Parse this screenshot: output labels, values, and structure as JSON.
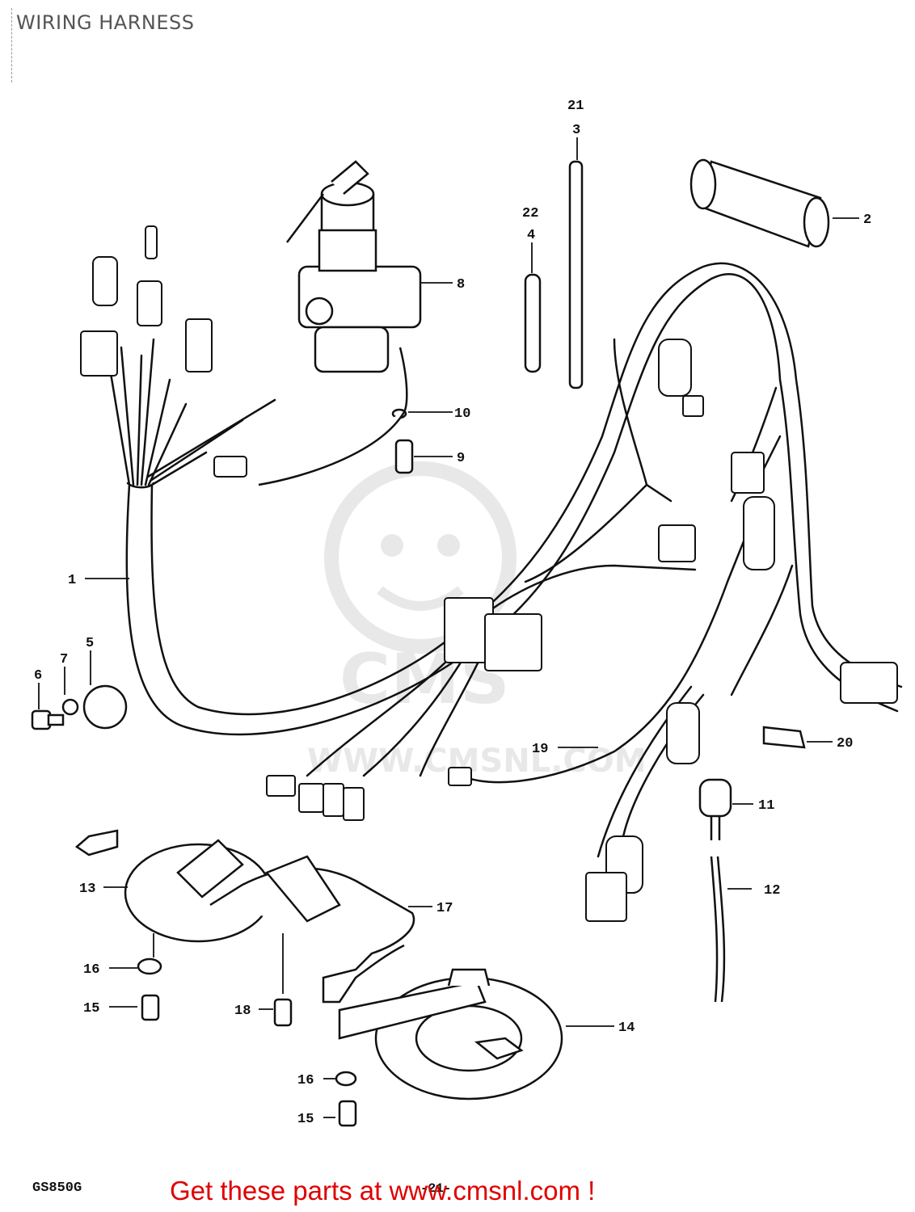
{
  "header": {
    "title": "WIRING HARNESS"
  },
  "watermark": {
    "logo_text": "CMS",
    "url_text": "WWW.CMSNL.COM",
    "color": "#e6e6e6"
  },
  "footer": {
    "model_code": "GS850G",
    "page_mark": "-21-",
    "cta": "Get these parts at www.cmsnl.com !",
    "cta_color": "#e00000"
  },
  "callouts": [
    {
      "id": "c1",
      "label": "1"
    },
    {
      "id": "c2",
      "label": "2"
    },
    {
      "id": "c3",
      "label": "3"
    },
    {
      "id": "c4",
      "label": "4"
    },
    {
      "id": "c5",
      "label": "5"
    },
    {
      "id": "c6",
      "label": "6"
    },
    {
      "id": "c7",
      "label": "7"
    },
    {
      "id": "c8",
      "label": "8"
    },
    {
      "id": "c9",
      "label": "9"
    },
    {
      "id": "c10",
      "label": "10"
    },
    {
      "id": "c11",
      "label": "11"
    },
    {
      "id": "c12",
      "label": "12"
    },
    {
      "id": "c13",
      "label": "13"
    },
    {
      "id": "c14",
      "label": "14"
    },
    {
      "id": "c15a",
      "label": "15"
    },
    {
      "id": "c15b",
      "label": "15"
    },
    {
      "id": "c16a",
      "label": "16"
    },
    {
      "id": "c16b",
      "label": "16"
    },
    {
      "id": "c17",
      "label": "17"
    },
    {
      "id": "c18",
      "label": "18"
    },
    {
      "id": "c19",
      "label": "19"
    },
    {
      "id": "c20",
      "label": "20"
    },
    {
      "id": "c21",
      "label": "21"
    },
    {
      "id": "c22",
      "label": "22"
    }
  ]
}
